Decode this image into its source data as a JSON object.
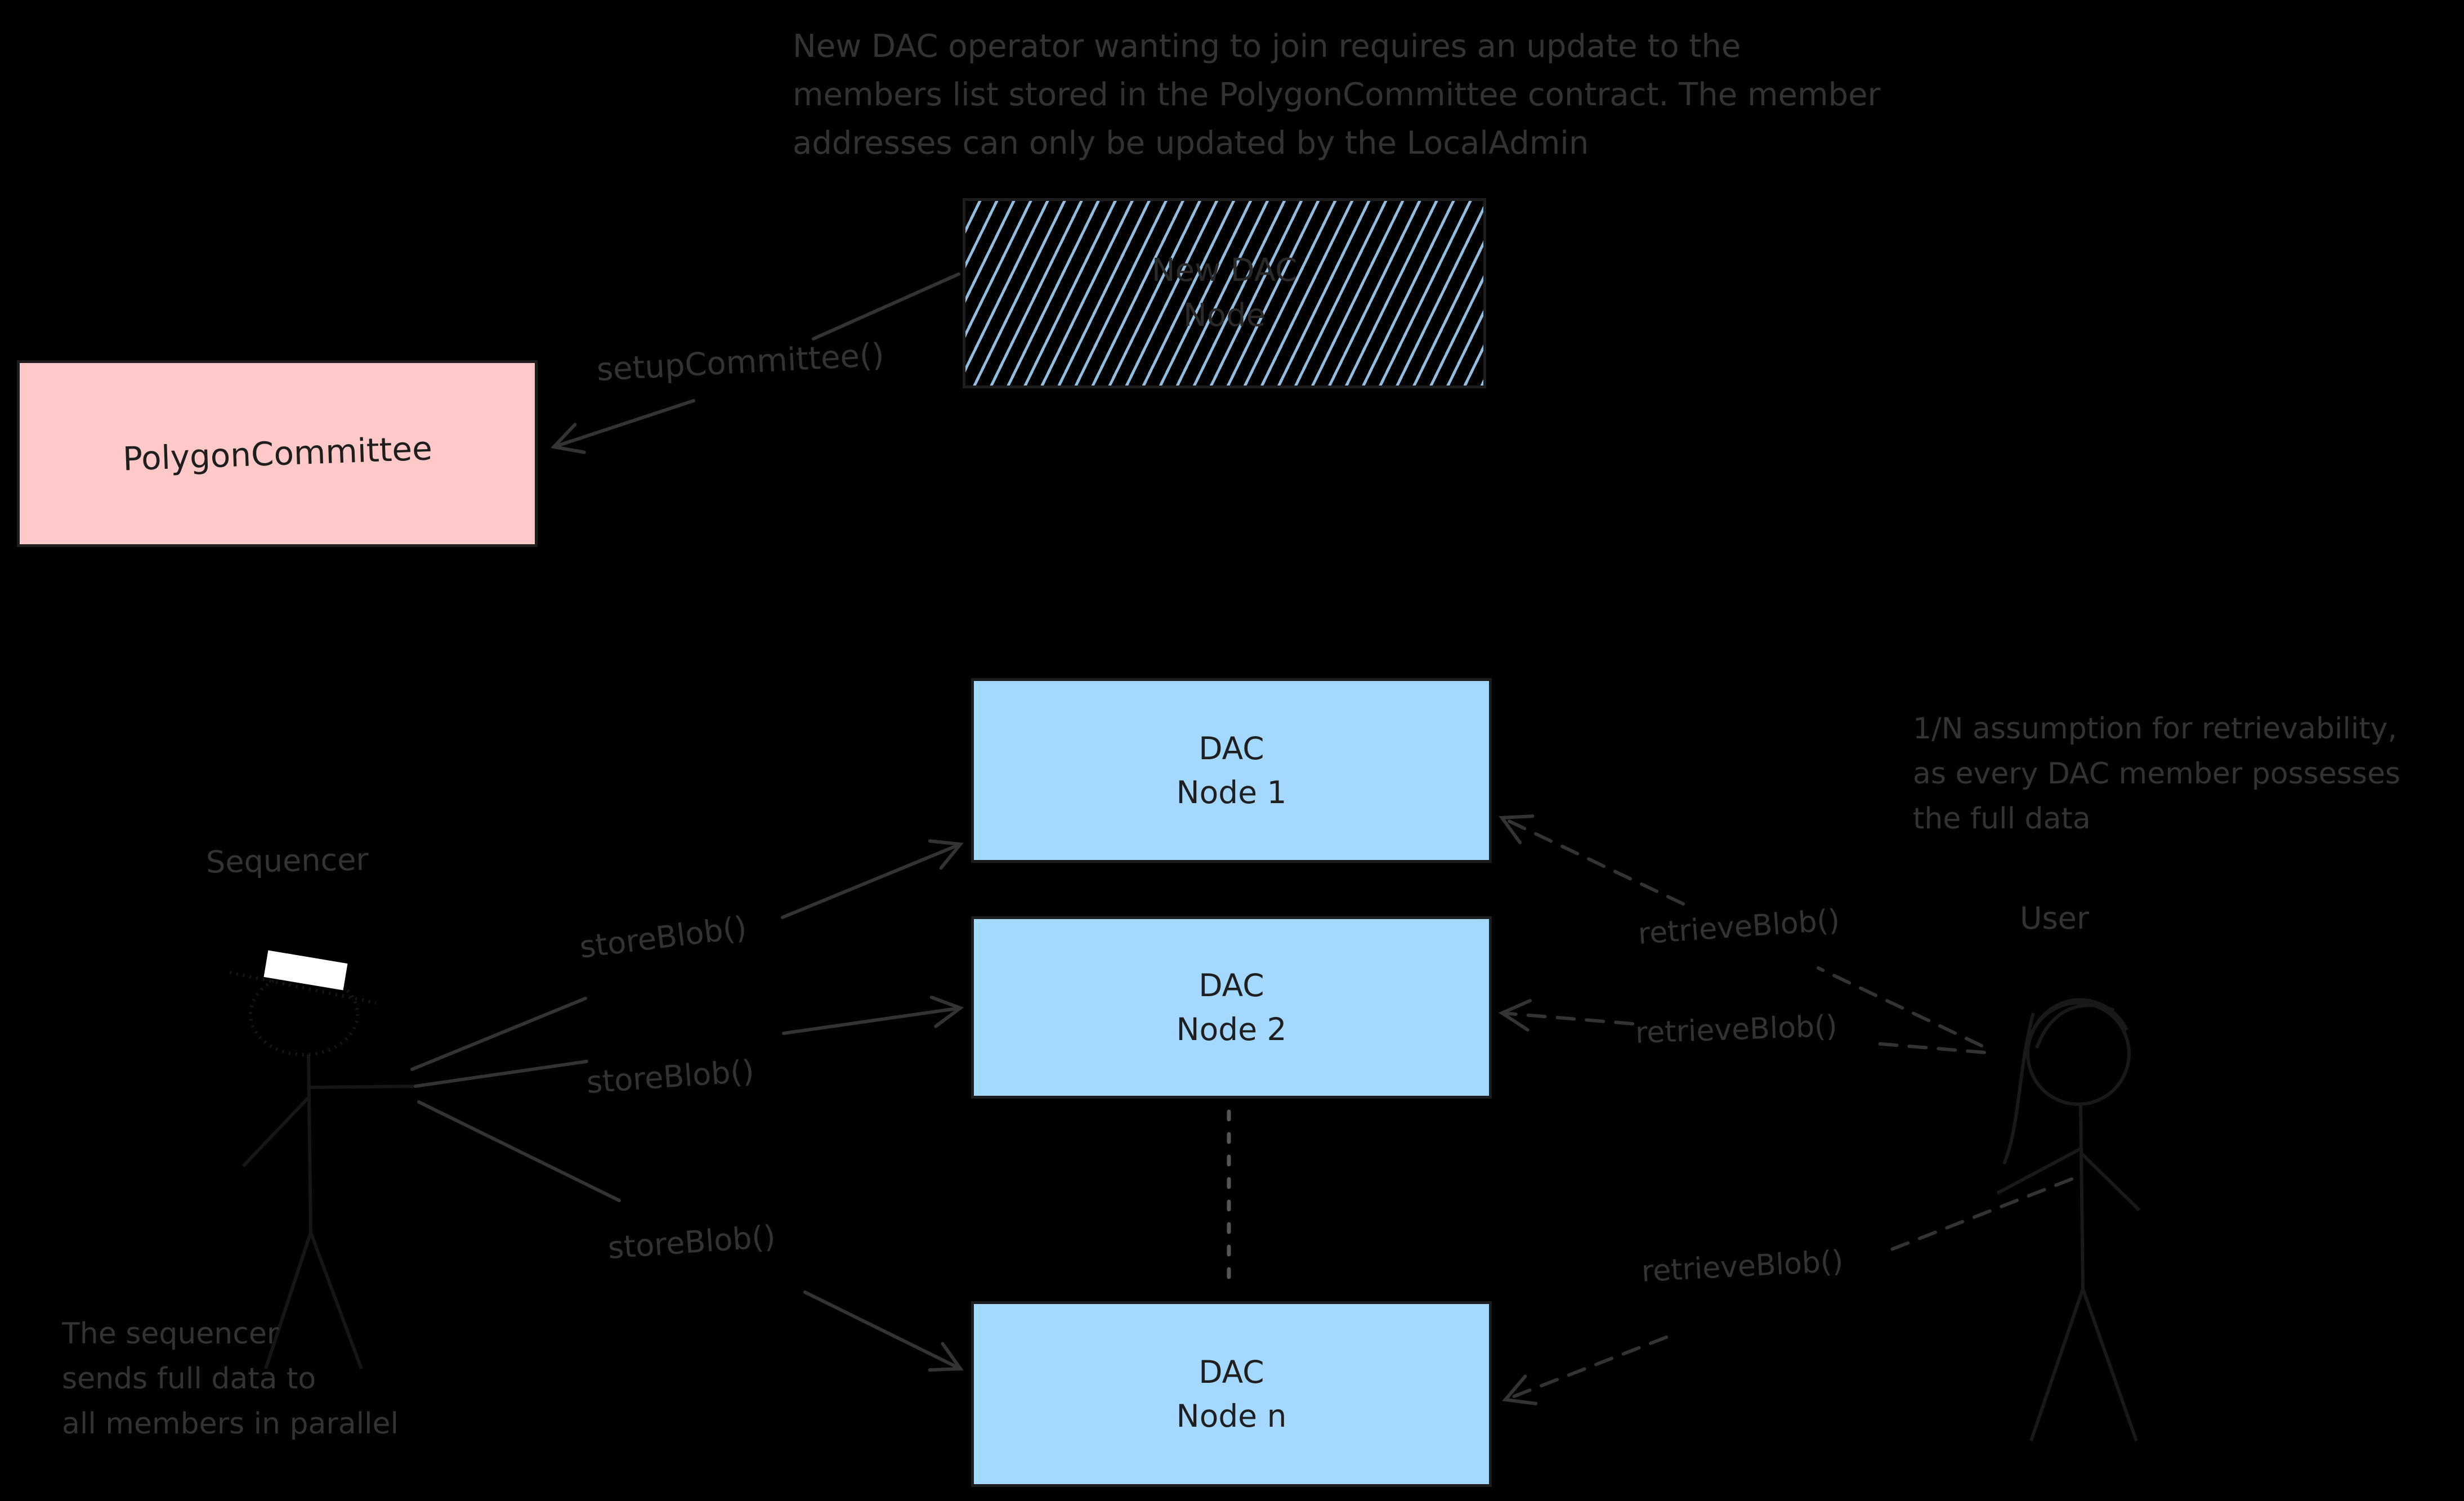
{
  "canvas": {
    "background": "#000000"
  },
  "colors": {
    "dac_node_fill": "#a5d8ff",
    "committee_fill": "#ffc9c9",
    "hatch_blue": "#a5d8ff",
    "stroke_dark": "#1d1d1d",
    "annotation_gray": "#333333",
    "hat_white": "#ffffff"
  },
  "annotations": {
    "top_note": {
      "line1": "New DAC operator wanting to join requires an update to the",
      "line2": "members list stored in the PolygonCommittee contract. The member",
      "line3": "addresses can only be updated by the LocalAdmin"
    },
    "retrievability_note": {
      "line1": "1/N assumption for retrievability,",
      "line2": "as every DAC member possesses",
      "line3": "the full data"
    },
    "sequencer_note": {
      "line1": "The sequencer",
      "line2": "sends full data to",
      "line3": "all members in parallel"
    }
  },
  "nodes": {
    "new_dac": {
      "line1": "New DAC",
      "line2": "Node"
    },
    "committee": {
      "label": "PolygonCommittee"
    },
    "dac1": {
      "line1": "DAC",
      "line2": "Node 1"
    },
    "dac2": {
      "line1": "DAC",
      "line2": "Node 2"
    },
    "dacn": {
      "line1": "DAC",
      "line2": "Node n"
    }
  },
  "actors": {
    "sequencer": {
      "label": "Sequencer",
      "icon": "person-icon"
    },
    "user": {
      "label": "User",
      "icon": "person-icon"
    }
  },
  "edges": {
    "setup": "setupCommittee()",
    "store1": "storeBlob()",
    "store2": "storeBlob()",
    "store3": "storeBlob()",
    "retrieve1": "retrieveBlob()",
    "retrieve2": "retrieveBlob()",
    "retrieve3": "retrieveBlob()"
  }
}
